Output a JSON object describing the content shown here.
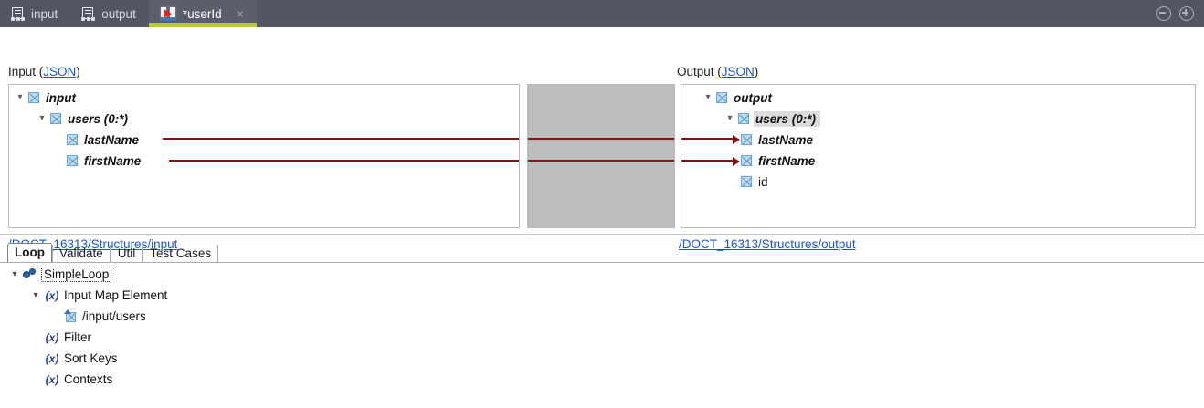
{
  "window": {
    "tabs": [
      {
        "label": "input",
        "icon": "document-grid-icon",
        "active": false,
        "closable": false
      },
      {
        "label": "output",
        "icon": "document-grid-icon",
        "active": false,
        "closable": false
      },
      {
        "label": "*userId",
        "icon": "mapping-arrow-icon",
        "active": true,
        "closable": true
      }
    ],
    "close_glyph": "×",
    "controls": [
      {
        "name": "minimize-button",
        "icon": "minus-circle-icon"
      },
      {
        "name": "maximize-button",
        "icon": "plus-circle-icon"
      }
    ],
    "colors": {
      "titlebar": "#515662",
      "active_tab_underline": "#b9cb33",
      "link": "#1a57c4",
      "connector": "#8c1212",
      "selection": "#dcdcdc"
    }
  },
  "mapping": {
    "input_panel": {
      "caption_prefix": "Input (",
      "caption_link": "JSON",
      "caption_suffix": ")",
      "footer_link": "/DOCT_16313/Structures/input",
      "nodes": [
        {
          "label": "input",
          "depth": 0,
          "expanded": true,
          "bold_italic": true,
          "selected": false
        },
        {
          "label": "users (0:*)",
          "depth": 1,
          "expanded": true,
          "bold_italic": true,
          "selected": false
        },
        {
          "label": "lastName",
          "depth": 2,
          "expanded": null,
          "bold_italic": true,
          "selected": false
        },
        {
          "label": "firstName",
          "depth": 2,
          "expanded": null,
          "bold_italic": true,
          "selected": false
        }
      ]
    },
    "output_panel": {
      "caption_prefix": "Output (",
      "caption_link": "JSON",
      "caption_suffix": ")",
      "footer_link": "/DOCT_16313/Structures/output",
      "nodes": [
        {
          "label": "output",
          "depth": 0,
          "expanded": true,
          "bold_italic": true,
          "selected": false
        },
        {
          "label": "users (0:*)",
          "depth": 1,
          "expanded": true,
          "bold_italic": true,
          "selected": true
        },
        {
          "label": "lastName",
          "depth": 2,
          "expanded": null,
          "bold_italic": true,
          "selected": false
        },
        {
          "label": "firstName",
          "depth": 2,
          "expanded": null,
          "bold_italic": true,
          "selected": false
        },
        {
          "label": "id",
          "depth": 2,
          "expanded": null,
          "bold_italic": false,
          "selected": false
        }
      ]
    },
    "connections": [
      {
        "from": "lastName",
        "to": "lastName"
      },
      {
        "from": "firstName",
        "to": "firstName"
      }
    ]
  },
  "bottom": {
    "tabs": [
      {
        "label": "Loop",
        "active": true
      },
      {
        "label": "Validate",
        "active": false
      },
      {
        "label": "Util",
        "active": false
      },
      {
        "label": "Test Cases",
        "active": false
      }
    ],
    "tree": [
      {
        "label": "SimpleLoop",
        "depth": 0,
        "icon": "loop-gear-icon",
        "expanded": true,
        "focused": true
      },
      {
        "label": "Input Map Element",
        "depth": 1,
        "icon": "variable-x-icon",
        "expanded": true,
        "focused": false
      },
      {
        "label": "/input/users",
        "depth": 2,
        "icon": "map-element-icon",
        "expanded": null,
        "focused": false
      },
      {
        "label": "Filter",
        "depth": 1,
        "icon": "variable-x-icon",
        "expanded": null,
        "focused": false
      },
      {
        "label": "Sort Keys",
        "depth": 1,
        "icon": "variable-x-icon",
        "expanded": null,
        "focused": false
      },
      {
        "label": "Contexts",
        "depth": 1,
        "icon": "variable-x-icon",
        "expanded": null,
        "focused": false
      }
    ],
    "variable_glyph": "(x)",
    "twisty_glyph": "⌄"
  }
}
